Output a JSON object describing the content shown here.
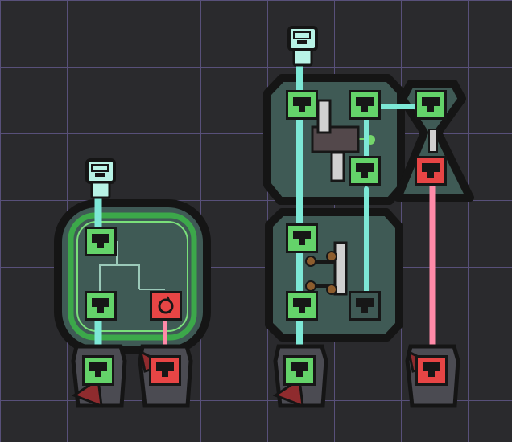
{
  "board": {
    "background": "#2a2a2d",
    "grid_color": "#58507a",
    "palette": {
      "panel_fill": "#3f5a55",
      "panel_outline": "#151515",
      "cable_cyan": "#7de8d6",
      "cable_pink": "#ff8aa8",
      "port_green": "#64d36a",
      "port_red": "#e74545",
      "usb_plug": "#b8f3e6",
      "device_body": "#4b4b52"
    }
  },
  "modules": [
    {
      "id": "left-rounded-panel",
      "kind": "panel",
      "icon": "circuit-board-panel"
    },
    {
      "id": "right-top-panel",
      "kind": "panel",
      "icon": "circuit-board-panel"
    },
    {
      "id": "right-bottom-panel",
      "kind": "panel",
      "icon": "circuit-board-panel"
    },
    {
      "id": "triangle-panel",
      "kind": "panel",
      "icon": "circuit-board-panel"
    }
  ],
  "ports": [
    {
      "id": "port-1",
      "color": "green",
      "icon": "ethernet-port-icon"
    },
    {
      "id": "port-2",
      "color": "green",
      "icon": "ethernet-port-icon"
    },
    {
      "id": "port-3",
      "color": "red",
      "icon": "rotate-port-icon"
    },
    {
      "id": "port-4",
      "color": "green",
      "icon": "ethernet-port-icon"
    },
    {
      "id": "port-5",
      "color": "green",
      "icon": "ethernet-port-icon"
    },
    {
      "id": "port-6",
      "color": "green",
      "icon": "ethernet-port-icon"
    },
    {
      "id": "port-7",
      "color": "green",
      "icon": "ethernet-port-icon"
    },
    {
      "id": "port-8",
      "color": "red",
      "icon": "ethernet-port-icon"
    },
    {
      "id": "port-9",
      "color": "green",
      "icon": "ethernet-port-icon"
    },
    {
      "id": "port-10",
      "color": "green",
      "icon": "ethernet-port-icon"
    },
    {
      "id": "port-11",
      "color": "green",
      "icon": "ethernet-port-icon"
    }
  ],
  "usb_plugs": [
    {
      "id": "usb-left",
      "icon": "usb-plug-icon"
    },
    {
      "id": "usb-right",
      "icon": "usb-plug-icon"
    }
  ],
  "devices": [
    {
      "id": "device-1",
      "status": "green",
      "icon": "network-jack-icon"
    },
    {
      "id": "device-2",
      "status": "red",
      "icon": "network-jack-icon"
    },
    {
      "id": "device-3",
      "status": "green",
      "icon": "network-jack-icon"
    },
    {
      "id": "device-4",
      "status": "red",
      "icon": "network-jack-icon"
    }
  ]
}
